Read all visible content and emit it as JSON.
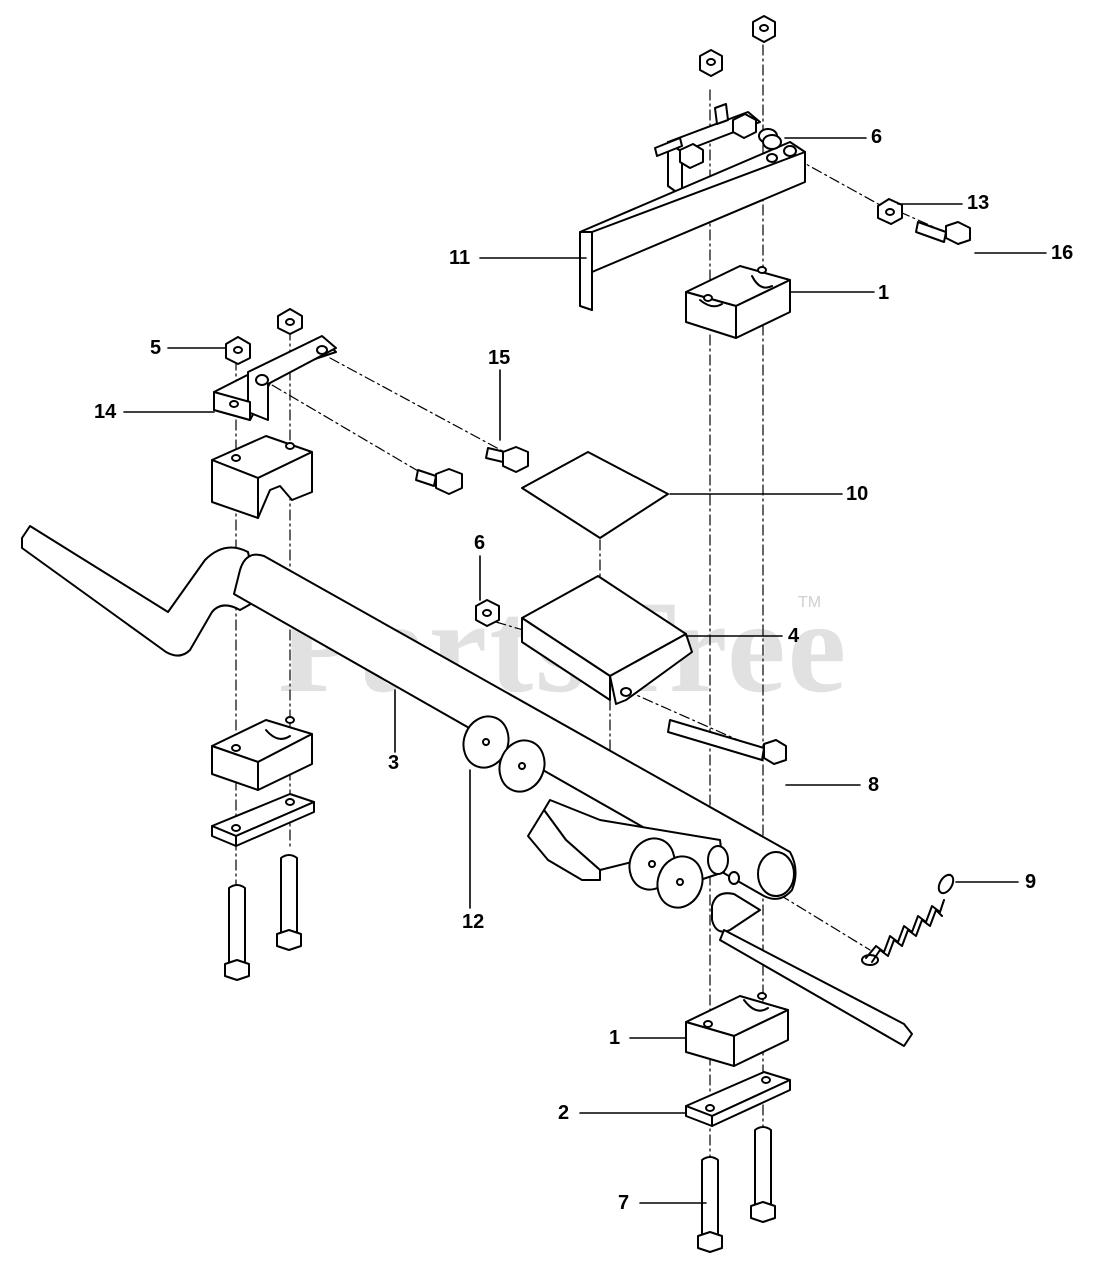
{
  "watermark": {
    "text": "PartsTree",
    "trademark": "TM"
  },
  "callouts": {
    "c1_top": "1",
    "c1_bottom": "1",
    "c2": "2",
    "c3": "3",
    "c4": "4",
    "c5": "5",
    "c6_top": "6",
    "c6_mid": "6",
    "c7": "7",
    "c8": "8",
    "c9": "9",
    "c10": "10",
    "c11": "11",
    "c12": "12",
    "c13": "13",
    "c14": "14",
    "c15": "15",
    "c16": "16"
  }
}
